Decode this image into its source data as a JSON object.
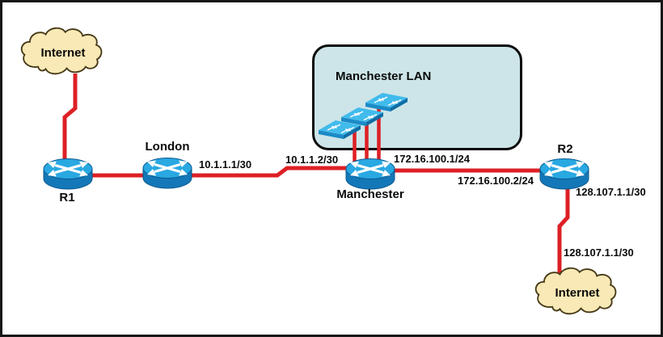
{
  "nodes": {
    "internet_top": "Internet",
    "r1": "R1",
    "london": "London",
    "manchester": "Manchester",
    "manchester_lan": "Manchester LAN",
    "r2": "R2",
    "internet_bottom": "Internet"
  },
  "ip_labels": {
    "london_serial": "10.1.1.1/30",
    "manchester_serial": "10.1.1.2/30",
    "manchester_lan_interface": "172.16.100.1/24",
    "r2_lan_interface": "172.16.100.2/24",
    "r2_wan_interface": "128.107.1.1/30",
    "r2_internet_link": "128.107.1.1/30"
  },
  "colors": {
    "link": "#dd2025",
    "lan_fill": "#cde5e8",
    "cloud_fill": "#f9e9b6",
    "cloud_stroke": "#473a17",
    "router_top": "#29a8e2",
    "router_body": "#1478b8",
    "switch_top": "#41bbec",
    "switch_front": "#1b8ac6",
    "switch_side": "#0f6da5"
  }
}
